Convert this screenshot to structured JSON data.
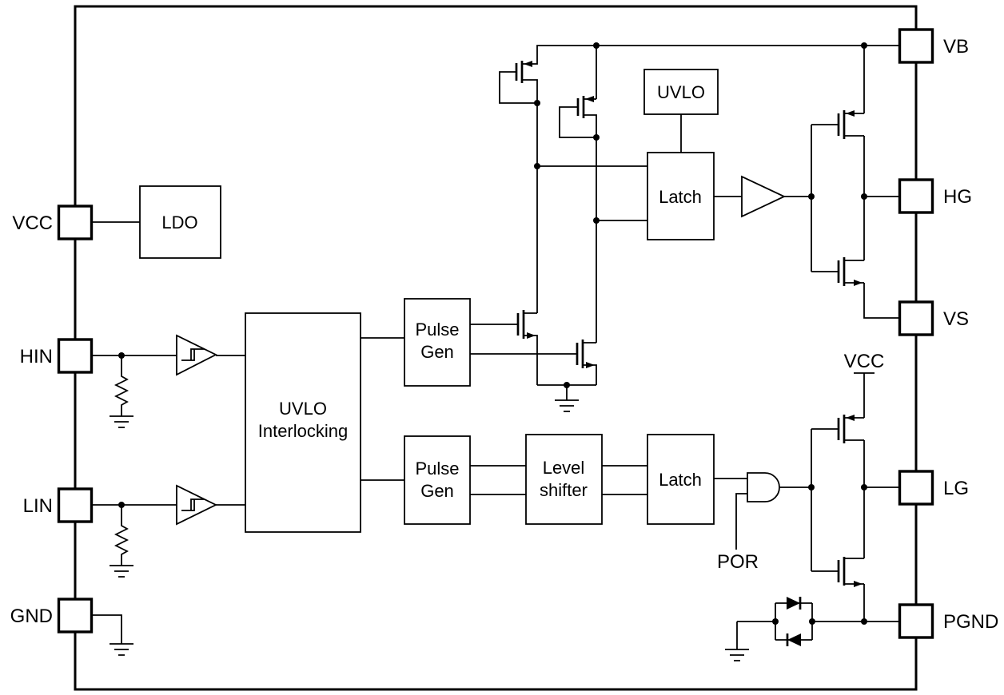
{
  "diagram": {
    "type": "ic-functional-block-diagram",
    "background_color": "#ffffff",
    "line_color": "#000000"
  },
  "pins": {
    "left": [
      {
        "id": "vcc",
        "label": "VCC"
      },
      {
        "id": "hin",
        "label": "HIN"
      },
      {
        "id": "lin",
        "label": "LIN"
      },
      {
        "id": "gnd",
        "label": "GND"
      }
    ],
    "right": [
      {
        "id": "vb",
        "label": "VB"
      },
      {
        "id": "hg",
        "label": "HG"
      },
      {
        "id": "vs",
        "label": "VS"
      },
      {
        "id": "lg",
        "label": "LG"
      },
      {
        "id": "pgnd",
        "label": "PGND"
      }
    ]
  },
  "blocks": {
    "ldo": {
      "label": "LDO"
    },
    "uvlo_interlocking": {
      "line1": "UVLO",
      "line2": "Interlocking"
    },
    "pulse_gen_high": {
      "line1": "Pulse",
      "line2": "Gen"
    },
    "pulse_gen_low": {
      "line1": "Pulse",
      "line2": "Gen"
    },
    "level_shifter": {
      "line1": "Level",
      "line2": "shifter"
    },
    "latch_high": {
      "label": "Latch"
    },
    "latch_low": {
      "label": "Latch"
    },
    "uvlo": {
      "label": "UVLO"
    }
  },
  "signals": {
    "vcc_rail": "VCC",
    "por": "POR"
  }
}
